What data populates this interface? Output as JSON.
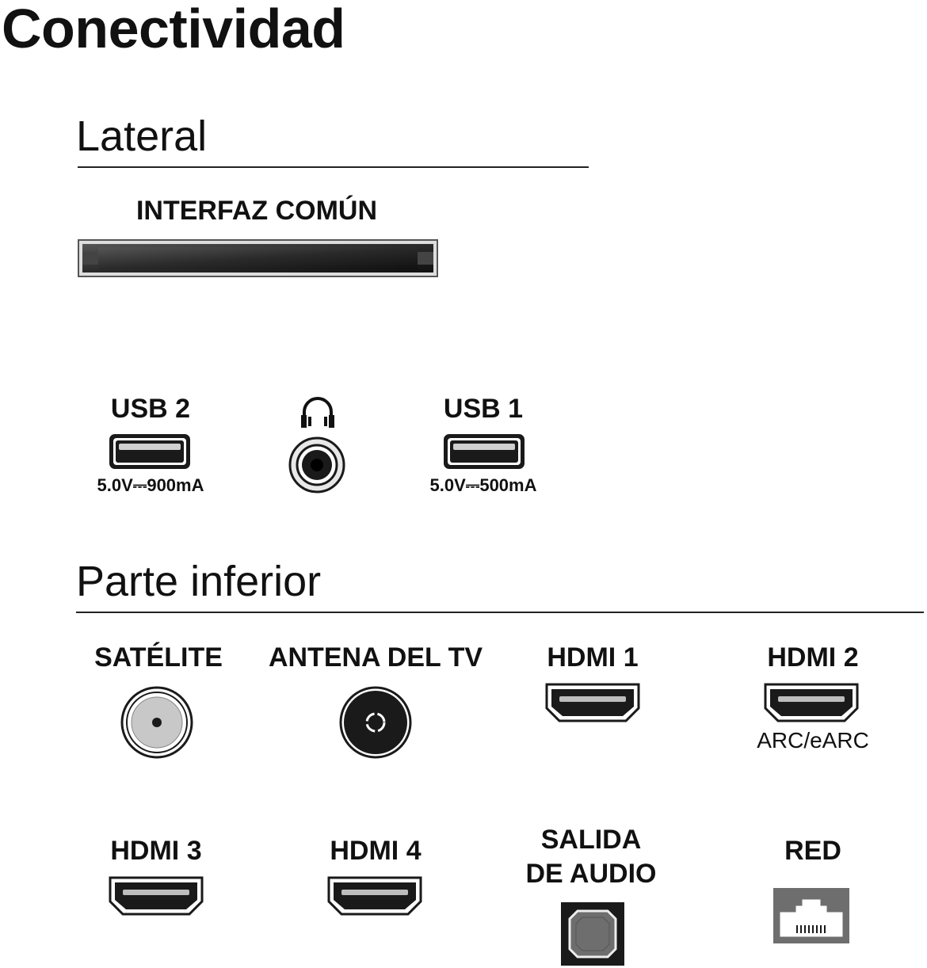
{
  "title": "Conectividad",
  "sections": {
    "lateral": {
      "title": "Lateral",
      "common_interface_label": "INTERFAZ COMÚN",
      "usb2": {
        "label": "USB 2",
        "spec": "5.0V⎓900mA"
      },
      "usb1": {
        "label": "USB 1",
        "spec": "5.0V⎓500mA"
      },
      "headphone_icon": "headphones-icon"
    },
    "inferior": {
      "title": "Parte inferior",
      "satellite": {
        "label": "SATÉLITE"
      },
      "antenna": {
        "label": "ANTENA DEL TV"
      },
      "hdmi1": {
        "label": "HDMI 1"
      },
      "hdmi2": {
        "label": "HDMI 2",
        "note": "ARC/eARC"
      },
      "hdmi3": {
        "label": "HDMI 3"
      },
      "hdmi4": {
        "label": "HDMI 4"
      },
      "audio_out": {
        "label_line1": "SALIDA",
        "label_line2": "DE AUDIO"
      },
      "network": {
        "label": "RED"
      }
    }
  },
  "colors": {
    "text": "#111111",
    "port_dark": "#1a1a1a",
    "port_gray": "#6e6e6e"
  }
}
